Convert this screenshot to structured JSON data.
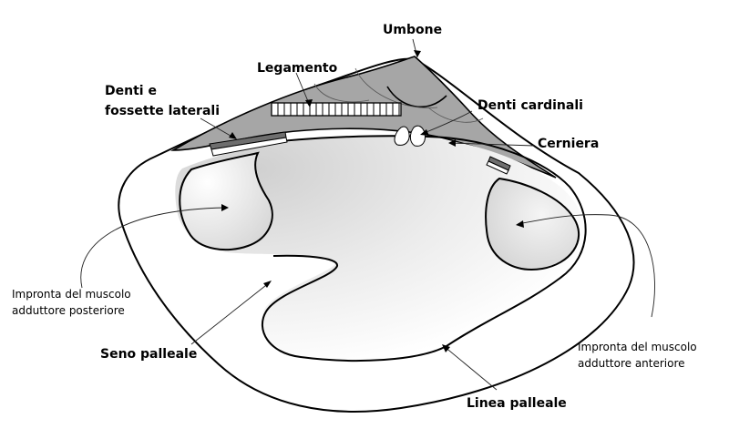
{
  "labels": {
    "umbone": "Umbone",
    "legamento": "Legamento",
    "denti_fossette_1": "Denti e",
    "denti_fossette_2": "fossette laterali",
    "denti_cardinali": "Denti cardinali",
    "cerniera": "Cerniera",
    "impronta_posteriore_1": "Impronta del muscolo",
    "impronta_posteriore_2": "adduttore posteriore",
    "seno_palleale": "Seno palleale",
    "impronta_anteriore_1": "Impronta del muscolo",
    "impronta_anteriore_2": "adduttore anteriore",
    "linea_palleale": "Linea palleale"
  },
  "colors": {
    "hinge_plate": "#a6a6a6",
    "muscle_scar_gradient_start": "#d9d9d9",
    "muscle_scar_gradient_end": "#ffffff",
    "outline": "#000000",
    "teeth_bar": "#6e6e6e"
  }
}
